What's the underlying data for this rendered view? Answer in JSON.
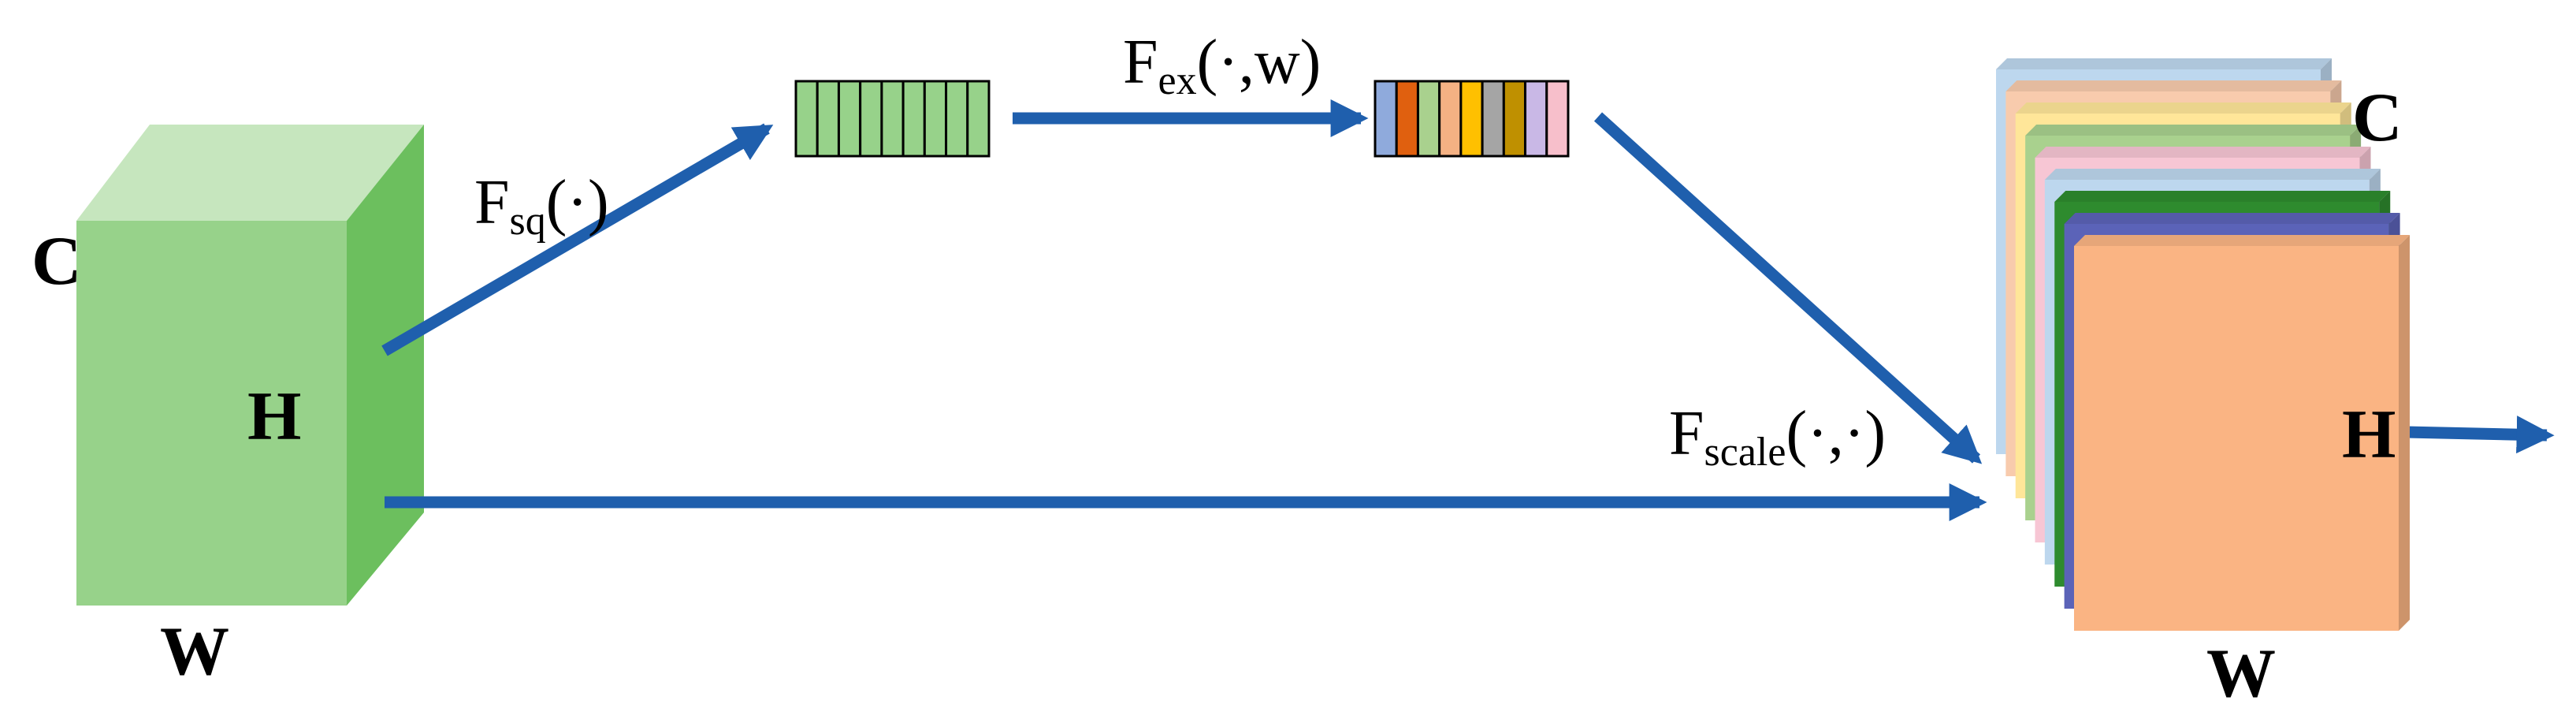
{
  "input_block": {
    "label_c": "C",
    "label_h": "H",
    "label_w": "W",
    "front_color": "#97D28A",
    "top_color": "#C6E6BE",
    "side_color": "#6CBF5E"
  },
  "squeeze_vector": {
    "cell_count": 9,
    "color": "#97D28A"
  },
  "excitation_vector": {
    "cell_colors": [
      "#8FAADC",
      "#E0600F",
      "#A9D18E",
      "#F4B183",
      "#FFC000",
      "#A5A5A5",
      "#BF9000",
      "#C9B8E6",
      "#F7BFCB"
    ]
  },
  "output_block": {
    "label_c": "C",
    "label_h": "H",
    "label_w": "W",
    "layer_colors": [
      "#BDD7EE",
      "#F8CBAD",
      "#FFE699",
      "#A9D18E",
      "#F7C6D4",
      "#BDD7EE",
      "#2E8B2E",
      "#5B63B8",
      "#FAB483"
    ]
  },
  "operations": {
    "squeeze": {
      "main": "F",
      "sub": "sq",
      "args": "(·)"
    },
    "excitation": {
      "main": "F",
      "sub": "ex",
      "args": "(·,w)"
    },
    "scale": {
      "main": "F",
      "sub": "scale",
      "args": "(·,·)"
    }
  },
  "arrow_color": "#1F5FAD"
}
